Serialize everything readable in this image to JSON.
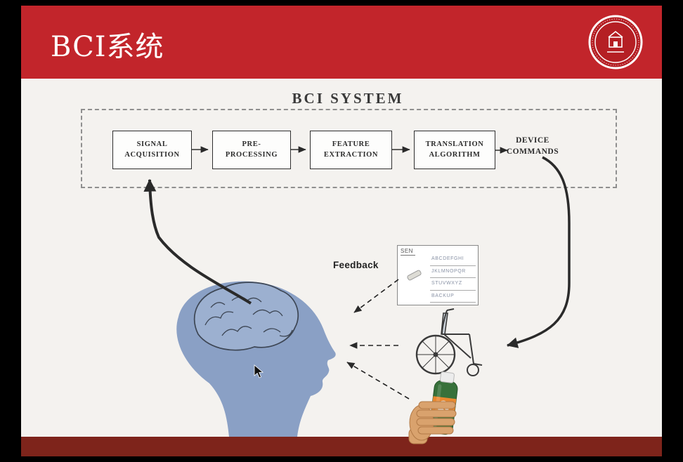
{
  "slide": {
    "header": {
      "title": "BCI系统"
    },
    "diagram": {
      "title": "BCI SYSTEM",
      "flow_boxes": [
        "SIGNAL ACQUISITION",
        "PRE- PROCESSING",
        "FEATURE EXTRACTION",
        "TRANSLATION ALGORITHM"
      ],
      "device_commands": {
        "line1": "DEVICE",
        "line2": "COMMANDS"
      },
      "feedback_label": "Feedback",
      "speller": {
        "label": "SEN",
        "rows": [
          "ABCDEFGHI",
          "JKLMNOPQR",
          "STUVWXYZ",
          "BACKUP"
        ]
      },
      "icons": {
        "logo": "hospital-seal-icon",
        "head": "human-head-profile-icon",
        "brain": "brain-icon",
        "wheelchair": "wheelchair-icon",
        "bottle": "hand-holding-bottle-icon",
        "cursor": "mouse-cursor-icon",
        "pencil": "pencil-icon"
      }
    },
    "colors": {
      "header_red": "#c2252b",
      "footer_maroon": "#7e241b",
      "head_blue": "#8aa0c5"
    }
  }
}
